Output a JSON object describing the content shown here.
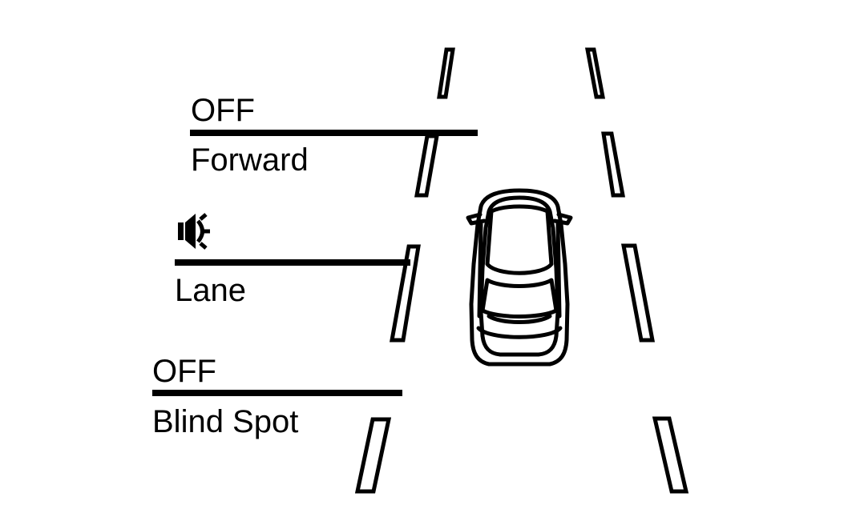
{
  "colors": {
    "ink": "#000000",
    "background": "#ffffff"
  },
  "alerts": {
    "forward": {
      "status": "OFF",
      "name": "Forward"
    },
    "lane": {
      "status_icon": "speaker-icon",
      "name": "Lane"
    },
    "blind_spot": {
      "status": "OFF",
      "name": "Blind Spot"
    }
  }
}
